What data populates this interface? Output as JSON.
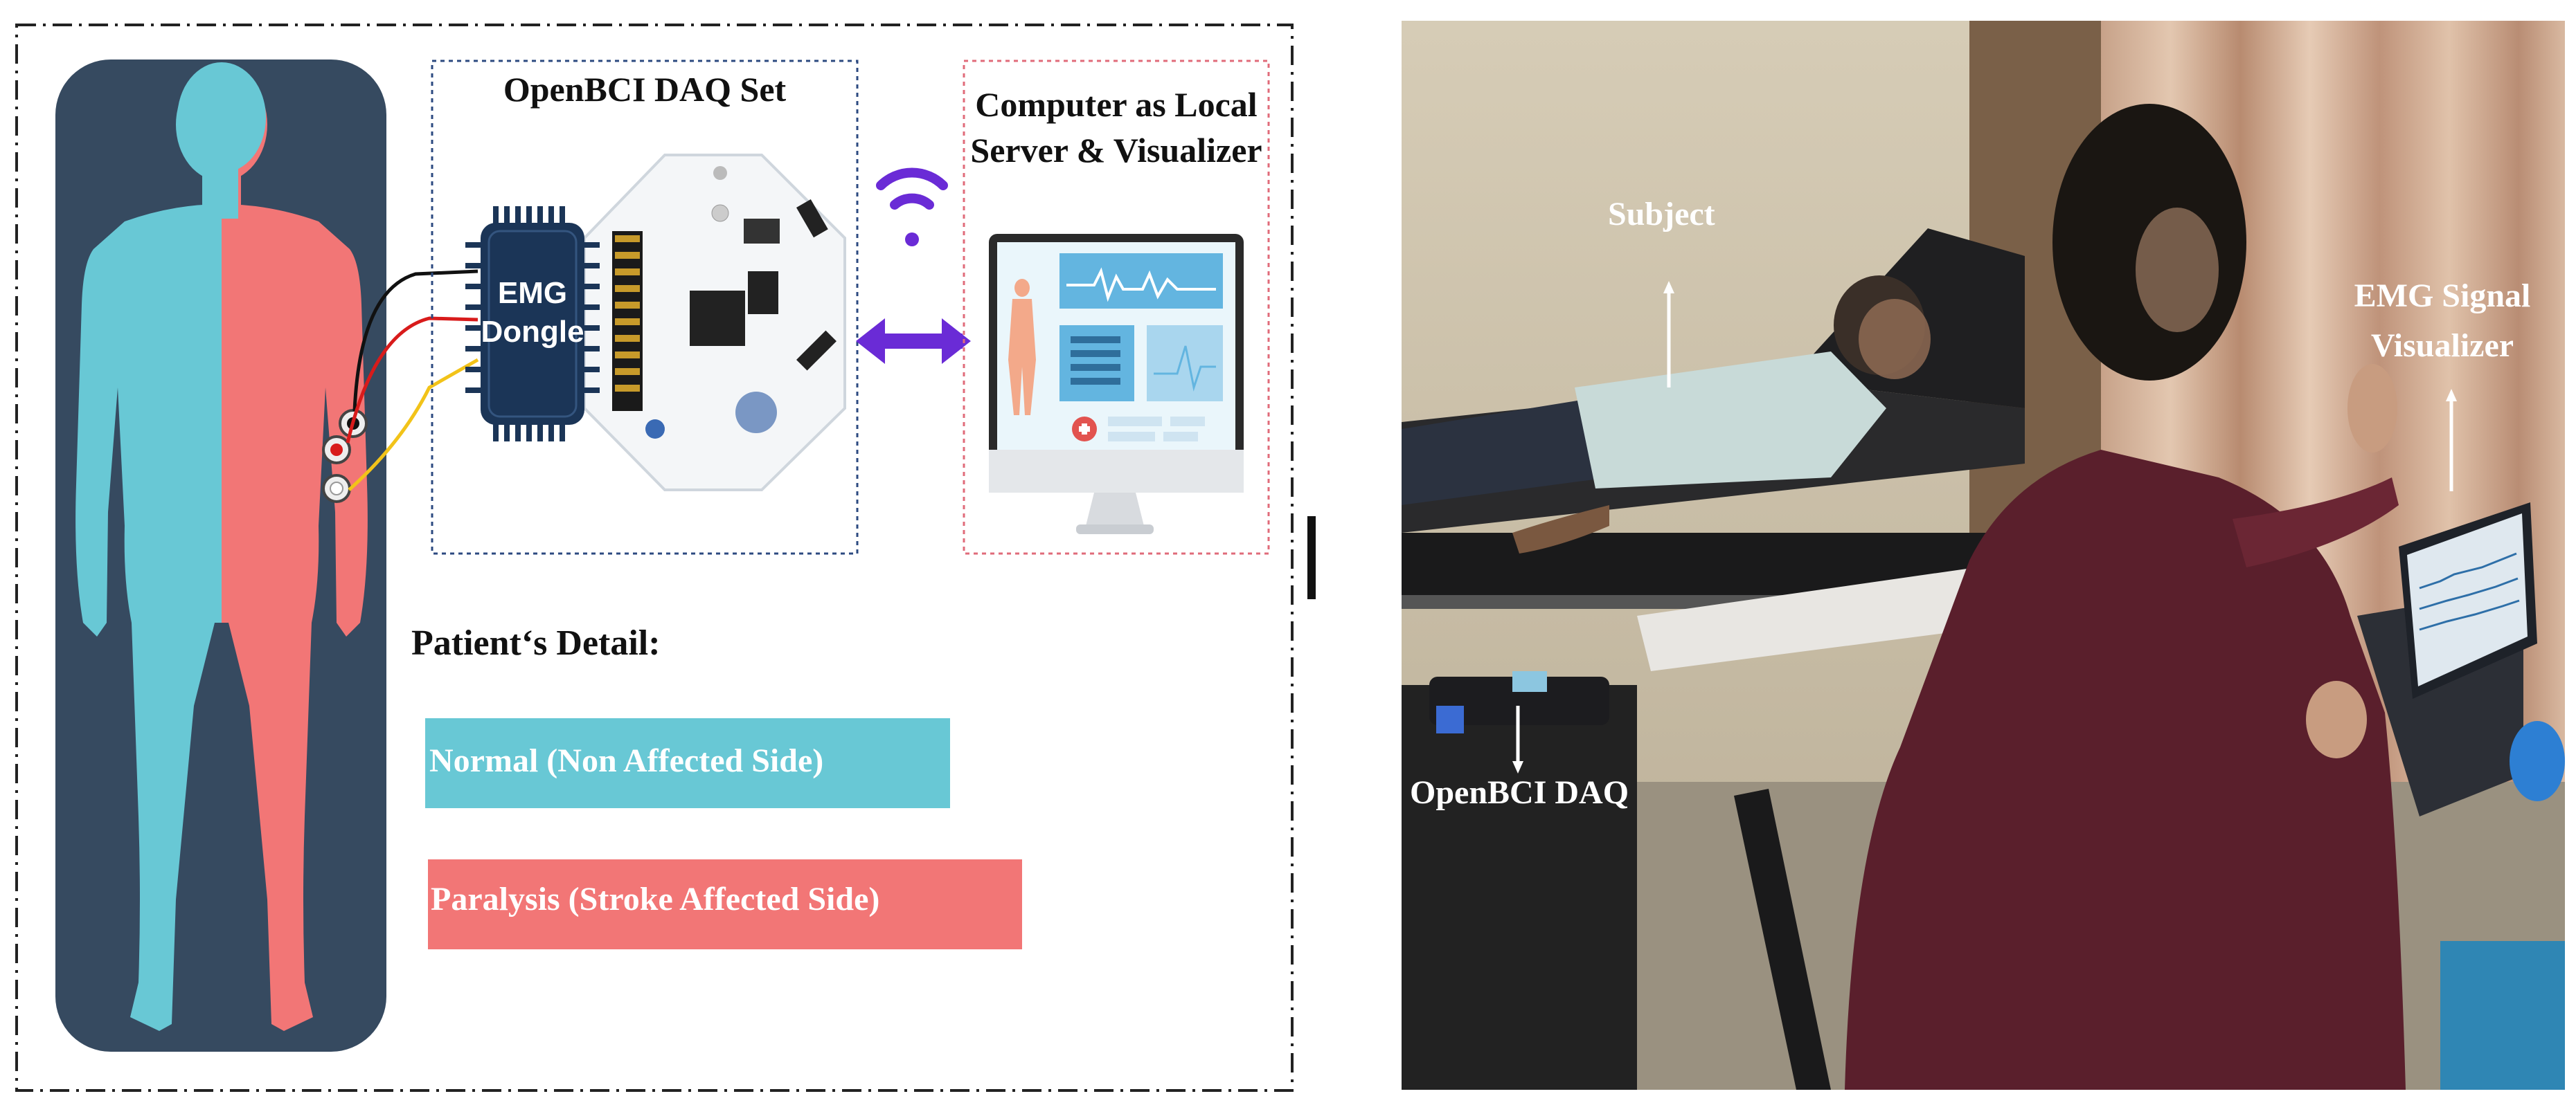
{
  "left_panel": {
    "daq_set_title": "OpenBCI DAQ Set",
    "dongle_label_line1": "EMG",
    "dongle_label_line2": "Dongle",
    "computer_title_line1": "Computer as Local",
    "computer_title_line2": "Server & Visualizer",
    "patient_detail_heading": "Patient‘s Detail:",
    "legend_normal": "Normal (Non Affected Side)",
    "legend_paralysis": "Paralysis (Stroke Affected Side)"
  },
  "right_panel": {
    "subject_label": "Subject",
    "visualizer_label_line1": "EMG Signal",
    "visualizer_label_line2": "Visualizer",
    "daq_label": "OpenBCI DAQ"
  },
  "colors": {
    "normal": "#68c8d5",
    "paralysis": "#f27676",
    "body_panel": "#364a60",
    "wireless": "#6a2bd6",
    "dongle": "#1b3557"
  }
}
